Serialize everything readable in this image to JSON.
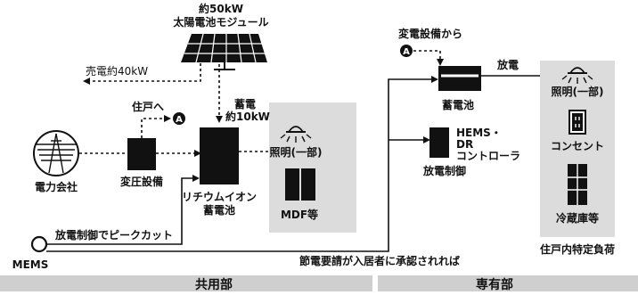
{
  "labels": {
    "solar_title_line1": "約50kW",
    "solar_title_line2": "太陽電池モジュール",
    "sell": "売電約40kW",
    "charge_line1": "蓄電",
    "charge_line2": "約10kW",
    "to_dwelling": "住戸へ",
    "grid": "電力会社",
    "transformer": "変圧設備",
    "battery_line1": "リチウムイオン",
    "battery_line2": "蓄電池",
    "lighting_common": "照明(一部)",
    "mdf": "MDF等",
    "peak_cut": "放電制御でピークカット",
    "mems": "MEMS",
    "from_substation": "変電設備から",
    "discharge": "放電",
    "battery_right": "蓄電池",
    "hems_line1": "HEMS・",
    "hems_line2": "DR",
    "hems_line3": "コントローラ",
    "discharge_control": "放電制御",
    "lighting_private": "照明(一部)",
    "outlet": "コンセント",
    "fridge": "冷蔵庫等",
    "specific_load": "住戸内特定負荷",
    "power_saving": "節電要請が入居者に承認されれば",
    "common_area": "共用部",
    "private_area": "専有部",
    "marker_letter": "A"
  },
  "colors": {
    "panel_fill": "#dcdcdc",
    "section_bar": "#cfcfcf",
    "block": "#111111"
  }
}
